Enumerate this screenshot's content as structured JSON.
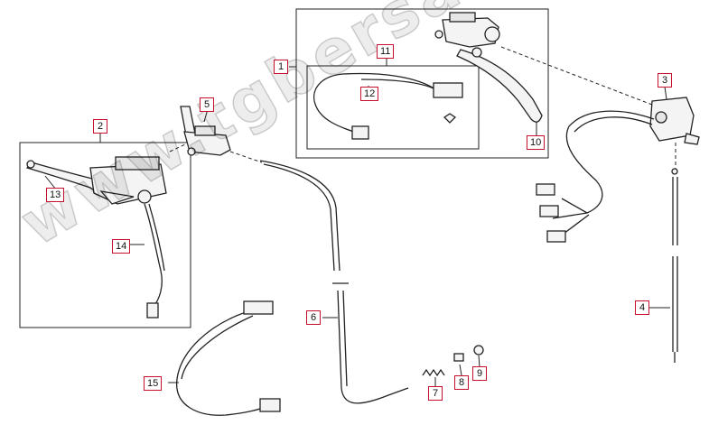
{
  "callouts": [
    {
      "id": "1",
      "label": "1"
    },
    {
      "id": "2",
      "label": "2"
    },
    {
      "id": "3",
      "label": "3"
    },
    {
      "id": "4",
      "label": "4"
    },
    {
      "id": "5",
      "label": "5"
    },
    {
      "id": "6",
      "label": "6"
    },
    {
      "id": "7",
      "label": "7"
    },
    {
      "id": "8",
      "label": "8"
    },
    {
      "id": "9",
      "label": "9"
    },
    {
      "id": "10",
      "label": "10"
    },
    {
      "id": "11",
      "label": "11"
    },
    {
      "id": "12",
      "label": "12"
    },
    {
      "id": "13",
      "label": "13"
    },
    {
      "id": "14",
      "label": "14"
    },
    {
      "id": "15",
      "label": "15"
    }
  ],
  "watermark": "www.tgbersatzteile.de",
  "colors": {
    "callout_border": "#c8102e",
    "line": "#222222"
  }
}
